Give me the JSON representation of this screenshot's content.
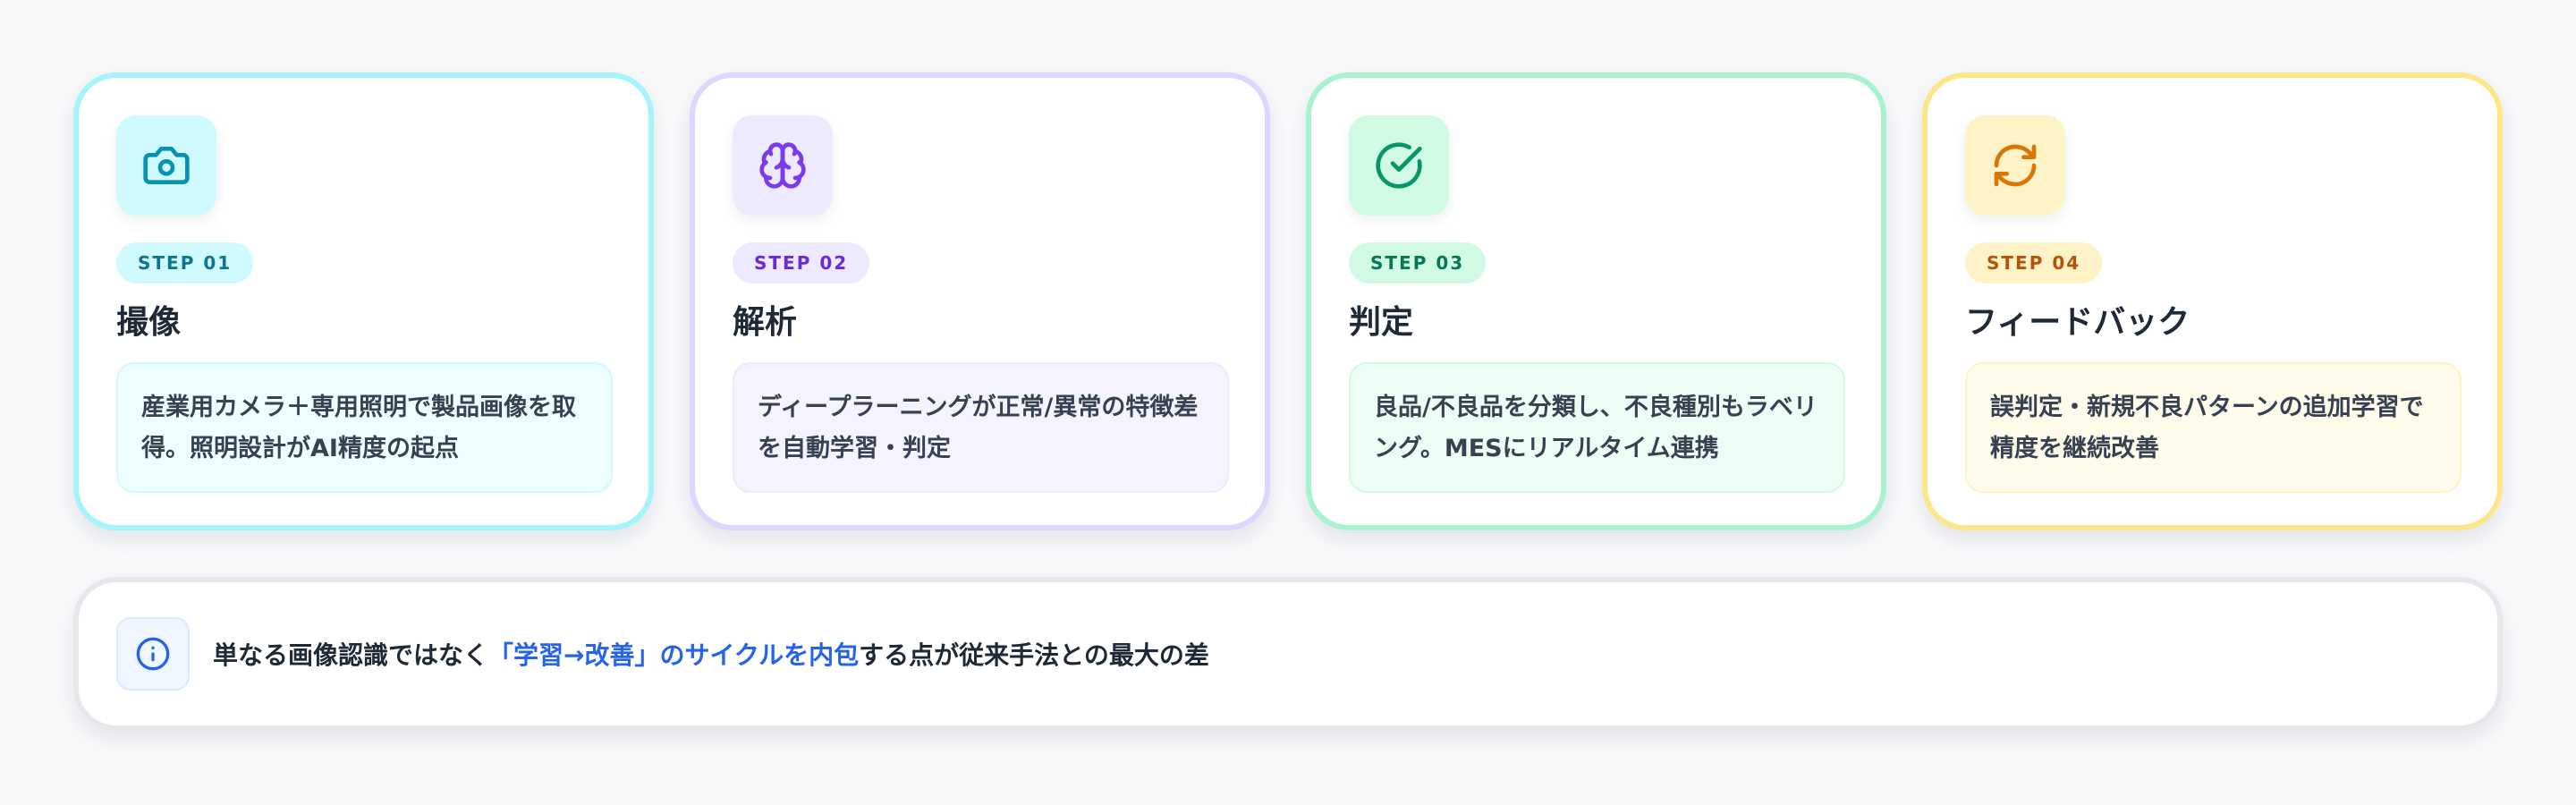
{
  "steps": [
    {
      "icon": "camera-icon",
      "step_label": "STEP 01",
      "title": "撮像",
      "description": "産業用カメラ＋専用照明で製品画像を取得。照明設計がAI精度の起点",
      "accent": "#0891b2"
    },
    {
      "icon": "brain-icon",
      "step_label": "STEP 02",
      "title": "解析",
      "description": "ディープラーニングが正常/異常の特徴差を自動学習・判定",
      "accent": "#7c3aed"
    },
    {
      "icon": "check-circle-icon",
      "step_label": "STEP 03",
      "title": "判定",
      "description": "良品/不良品を分類し、不良種別もラベリング。MESにリアルタイム連携",
      "accent": "#059669"
    },
    {
      "icon": "refresh-icon",
      "step_label": "STEP 04",
      "title": "フィードバック",
      "description": "誤判定・新規不良パターンの追加学習で精度を継続改善",
      "accent": "#d97706"
    }
  ],
  "note": {
    "icon": "info-icon",
    "text_before": "単なる画像認識ではなく",
    "text_highlight": "「学習→改善」のサイクルを内包",
    "text_after": "する点が従来手法との最大の差",
    "highlight_color": "#2563eb"
  }
}
